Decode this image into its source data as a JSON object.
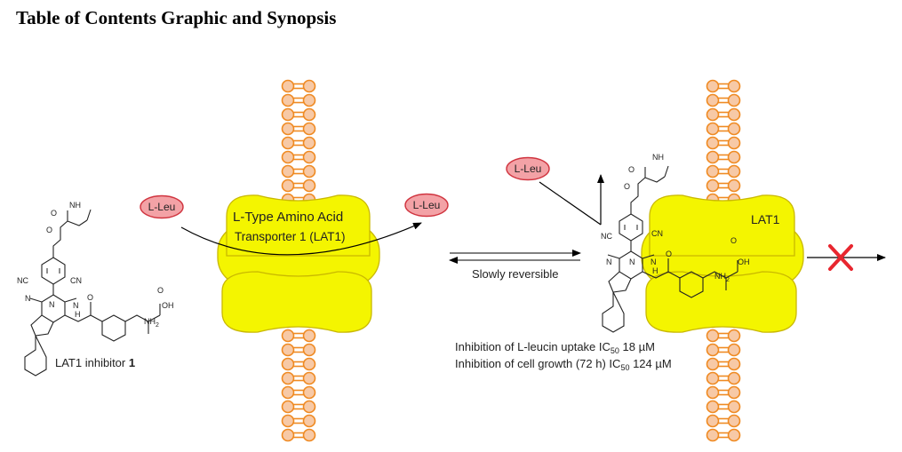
{
  "heading": "Table of Contents Graphic and Synopsis",
  "badges": {
    "substrate": "L-Leu",
    "substrate_out": "L-Leu",
    "substrate_blocked": "L-Leu"
  },
  "transporter": {
    "line1": "L-Type Amino Acid",
    "line2": "Transporter 1 (LAT1)",
    "short": "LAT1"
  },
  "equilibrium": {
    "label": "Slowly reversible"
  },
  "inhibitor": {
    "label_prefix": "LAT1 inhibitor ",
    "label_number": "1"
  },
  "results": {
    "line1_prefix": "Inhibition of L-leucin uptake IC",
    "line1_sub": "50",
    "line1_value": " 18 µM",
    "line2_prefix": "Inhibition of cell growth (72 h) IC",
    "line2_sub": "50",
    "line2_value": " 124 µM"
  },
  "atoms": {
    "nh": "NH",
    "o": "O",
    "nc": "NC",
    "cn": "CN",
    "n": "N",
    "h": "H",
    "oh": "OH",
    "nh2": "NH",
    "sub2": "2"
  },
  "colors": {
    "lipid_fill": "#f7c9a6",
    "lipid_stroke": "#ef8a22",
    "transporter_fill": "#f4f500",
    "transporter_stroke": "#c9b800",
    "badge_fill": "#f3a2a6",
    "badge_stroke": "#d0343f",
    "block_x": "#e8262f"
  },
  "icons": [
    "curved-arrow-icon",
    "equilibrium-arrows-icon",
    "blocked-cross-icon"
  ]
}
